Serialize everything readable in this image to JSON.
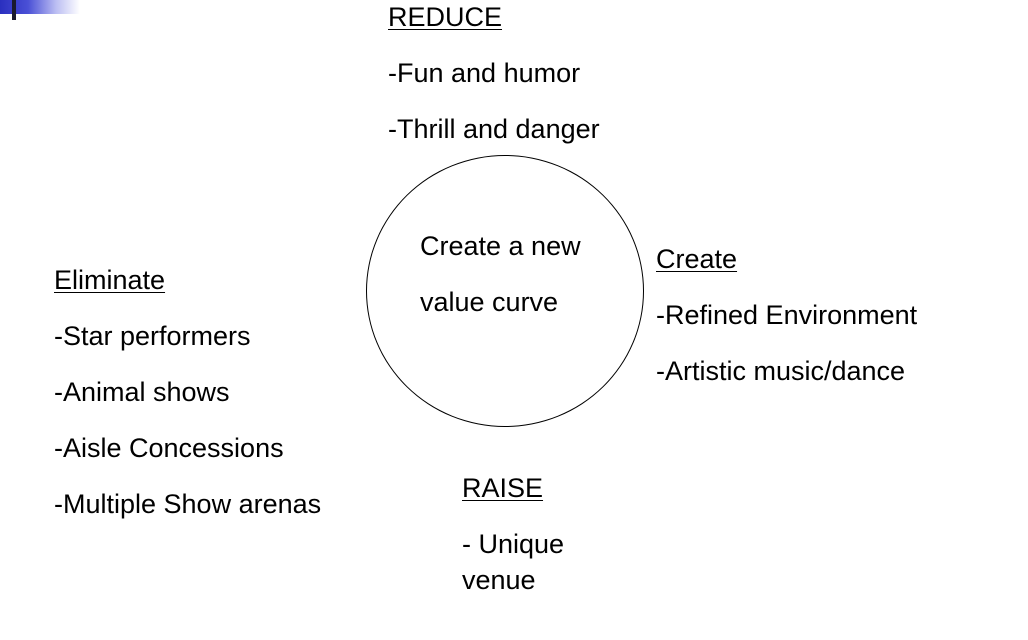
{
  "reduce": {
    "heading": "REDUCE",
    "items": [
      "-Fun and humor",
      "-Thrill and danger"
    ]
  },
  "eliminate": {
    "heading": "Eliminate",
    "items": [
      "-Star performers",
      "-Animal shows",
      "-Aisle Concessions",
      "-Multiple Show arenas"
    ]
  },
  "create": {
    "heading": "Create",
    "items": [
      "-Refined Environment",
      "-Artistic music/dance"
    ]
  },
  "raise": {
    "heading": "RAISE",
    "items": [
      "- Unique venue"
    ]
  },
  "center": {
    "line1": "Create a new",
    "line2": "value curve"
  },
  "colors": {
    "corner_accent": "#2a2fbf",
    "text": "#000000",
    "background": "#ffffff"
  }
}
